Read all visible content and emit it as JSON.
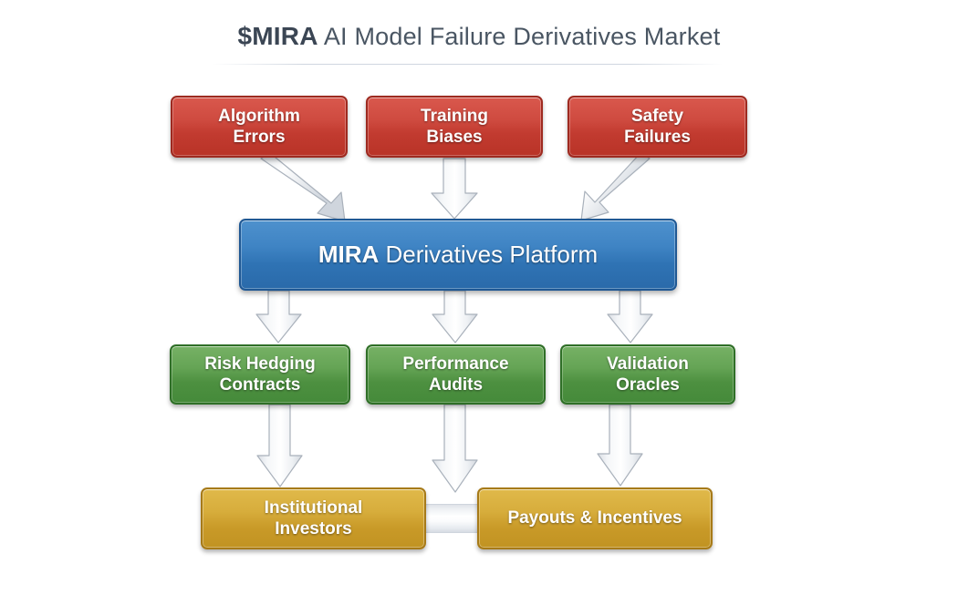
{
  "title": {
    "ticker": "$MIRA",
    "subject": "AI Model Failure Derivatives Market",
    "full": "$MIRA AI Model Failure Derivatives Market"
  },
  "diagram": {
    "type": "flowchart",
    "background_color": "#ffffff",
    "layers": [
      {
        "name": "inputs",
        "color": "#c23b30",
        "nodes": [
          {
            "id": "algorithm-errors",
            "line1": "Algorithm",
            "line2": "Errors"
          },
          {
            "id": "training-biases",
            "line1": "Training",
            "line2": "Biases"
          },
          {
            "id": "safety-failures",
            "line1": "Safety",
            "line2": "Failures"
          }
        ]
      },
      {
        "name": "platform",
        "color": "#2f73b4",
        "nodes": [
          {
            "id": "mira-platform",
            "strong": "MIRA",
            "rest": "Derivatives Platform"
          }
        ]
      },
      {
        "name": "products",
        "color": "#4d9040",
        "nodes": [
          {
            "id": "risk-hedging-contracts",
            "line1": "Risk Hedging",
            "line2": "Contracts"
          },
          {
            "id": "performance-audits",
            "line1": "Performance",
            "line2": "Audits"
          },
          {
            "id": "validation-oracles",
            "line1": "Validation",
            "line2": "Oracles"
          }
        ]
      },
      {
        "name": "outcomes",
        "color": "#c99a28",
        "nodes": [
          {
            "id": "institutional-investors",
            "line1": "Institutional",
            "line2": "Investors"
          },
          {
            "id": "payouts-incentives",
            "line1": "Payouts & Incentives",
            "line2": ""
          }
        ]
      }
    ],
    "connectors": [
      {
        "from": "algorithm-errors",
        "to": "mira-platform",
        "style": "diagonal-arrow"
      },
      {
        "from": "training-biases",
        "to": "mira-platform",
        "style": "vertical-arrow"
      },
      {
        "from": "safety-failures",
        "to": "mira-platform",
        "style": "diagonal-arrow"
      },
      {
        "from": "mira-platform",
        "to": "risk-hedging-contracts",
        "style": "vertical-arrow"
      },
      {
        "from": "mira-platform",
        "to": "performance-audits",
        "style": "vertical-arrow"
      },
      {
        "from": "mira-platform",
        "to": "validation-oracles",
        "style": "vertical-arrow"
      },
      {
        "from": "risk-hedging-contracts",
        "to": "institutional-investors",
        "style": "vertical-arrow"
      },
      {
        "from": "performance-audits",
        "to": "outcomes-gap",
        "style": "vertical-arrow"
      },
      {
        "from": "validation-oracles",
        "to": "payouts-incentives",
        "style": "vertical-arrow"
      },
      {
        "from": "institutional-investors",
        "to": "payouts-incentives",
        "style": "ribbon-link"
      }
    ]
  }
}
